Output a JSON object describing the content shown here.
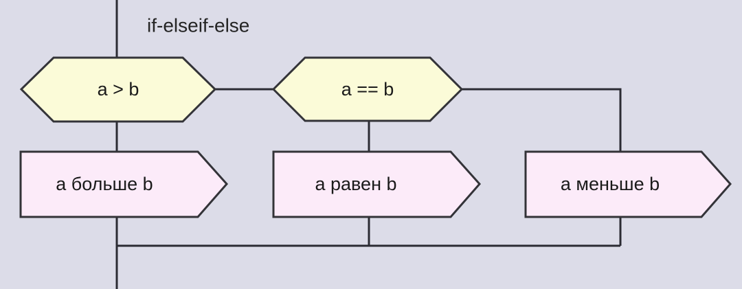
{
  "diagram": {
    "title": "if-elseif-else",
    "background_color": "#dcdce8",
    "line_color": "#2b2b33",
    "decision_fill": "#fbfbd8",
    "io_fill": "#fcebf9",
    "decisions": [
      {
        "id": "cond-a-greater-b",
        "label": "a > b"
      },
      {
        "id": "cond-a-equals-b",
        "label": "a == b"
      }
    ],
    "outputs": [
      {
        "id": "out-a-greater-b",
        "label": "а больше b"
      },
      {
        "id": "out-a-equals-b",
        "label": "а равен b"
      },
      {
        "id": "out-a-less-b",
        "label": "а меньше b"
      }
    ]
  }
}
